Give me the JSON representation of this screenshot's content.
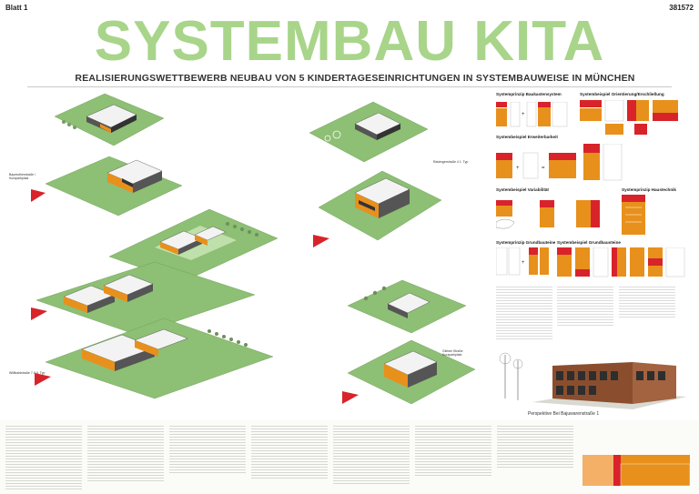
{
  "header": {
    "sheet": "Blatt 1",
    "code": "381572",
    "title": "SYSTEMBAU KITA",
    "subtitle": "REALISIERUNGSWETTBEWERB NEUBAU VON 5 KINDERTAGESEINRICHTUNGEN IN SYSTEMBAUWEISE IN MÜNCHEN"
  },
  "captions": {
    "plot1": "Bayreutherstraße / Kurzparkplatz",
    "plot4": "Ratzingerstraße 4 1. Typ",
    "plot5": "Willibaldstraße 7-9 II. Typ",
    "plot8": "Gleiser Straße Kurzparkplatz"
  },
  "diagrams": {
    "d1": "Systemprinzip Baukastensystem",
    "d2": "Systembeispiel Orientierung/Erschließung",
    "d3": "Systembeispiel Erweiterbarkeit",
    "d4": "Systembeispiel Variabilität",
    "d5": "Systemprinzip Haustechnik",
    "d6": "Systemprinzip Grundbauteine",
    "d7": "Systembeispiel Grundbausteine"
  },
  "perspective": {
    "caption": "Perspektive Bei Bajuwarenstraße 1"
  },
  "colors": {
    "title_green": "#a8d58a",
    "plot_green": "#8dbf74",
    "orange": "#e8901c",
    "red": "#d8232a",
    "brick": "#8a4e2e"
  }
}
